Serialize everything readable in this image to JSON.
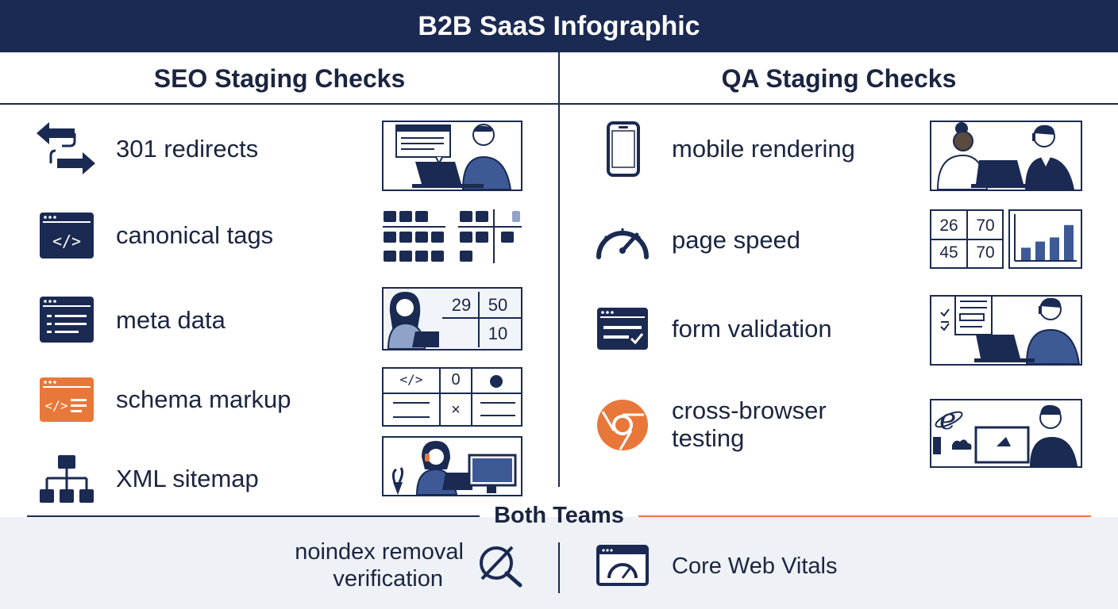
{
  "title": "B2B SaaS Infographic",
  "colors": {
    "navy": "#1b2a52",
    "orange": "#e8773a",
    "light": "#eef1f6",
    "mid": "#3d5a96"
  },
  "seo": {
    "heading": "SEO Staging Checks",
    "items": [
      {
        "label": "301 redirects",
        "icon": "redirect-arrows-icon"
      },
      {
        "label": "canonical tags",
        "icon": "code-window-icon"
      },
      {
        "label": "meta data",
        "icon": "text-window-icon"
      },
      {
        "label": "schema markup",
        "icon": "orange-code-window-icon"
      },
      {
        "label": "XML sitemap",
        "icon": "sitemap-icon"
      }
    ],
    "meta_table": {
      "a": "29",
      "b": "50",
      "c": "10"
    },
    "schema_grid": {
      "code": "</>",
      "zero": "0",
      "x": "×"
    }
  },
  "qa": {
    "heading": "QA Staging Checks",
    "items": [
      {
        "label": "mobile rendering",
        "icon": "smartphone-icon"
      },
      {
        "label": "page speed",
        "icon": "speedometer-icon"
      },
      {
        "label": "form validation",
        "icon": "form-check-window-icon"
      },
      {
        "label_line1": "cross-browser",
        "label_line2": "testing",
        "icon": "browser-logo-icon"
      }
    ],
    "speed_table": {
      "a": "26",
      "b": "70",
      "c": "45",
      "d": "70"
    },
    "speed_bars": [
      0.3,
      0.45,
      0.55,
      0.85
    ]
  },
  "both": {
    "heading": "Both Teams",
    "left_line1": "noindex removal",
    "left_line2": "verification",
    "right": "Core Web Vitals"
  }
}
